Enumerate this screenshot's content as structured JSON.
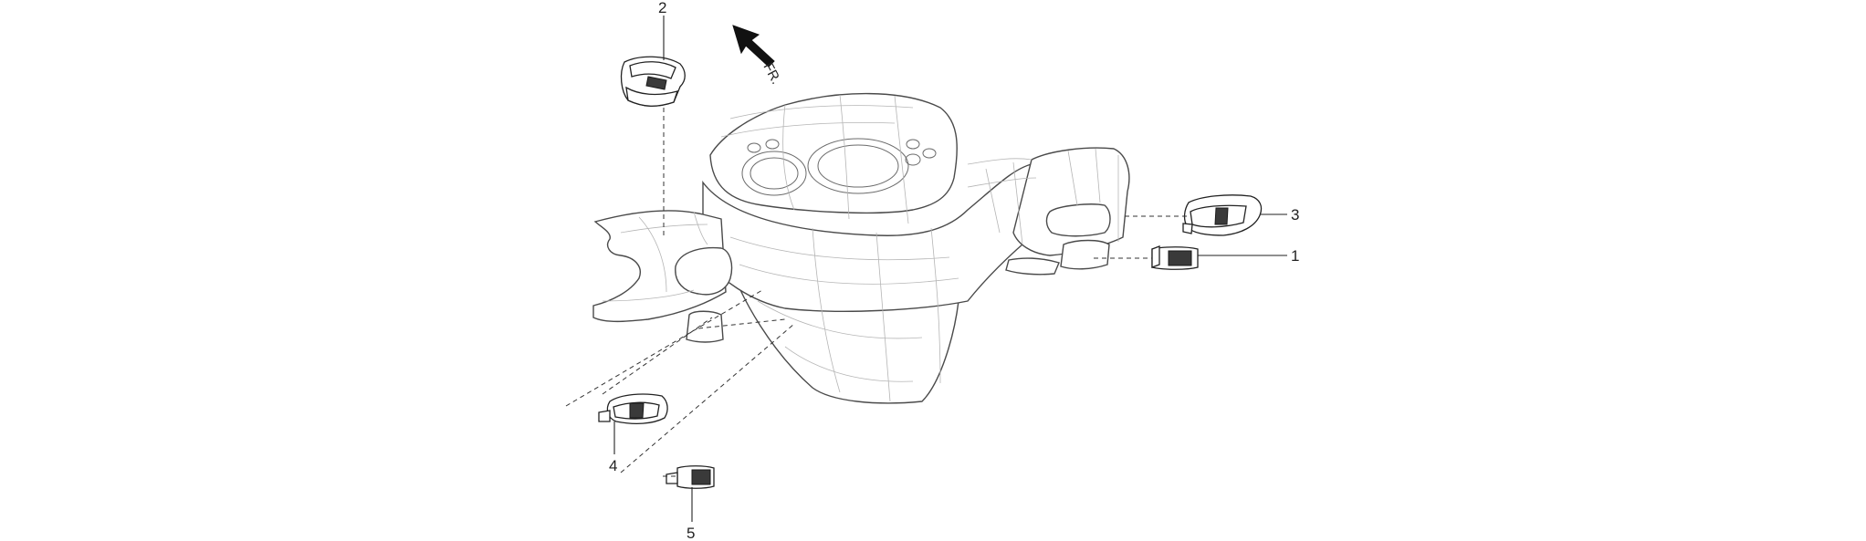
{
  "direction": {
    "label": "FR."
  },
  "callouts": [
    {
      "id": "1",
      "label": "1"
    },
    {
      "id": "2",
      "label": "2"
    },
    {
      "id": "3",
      "label": "3"
    },
    {
      "id": "4",
      "label": "4"
    },
    {
      "id": "5",
      "label": "5"
    }
  ],
  "colors": {
    "line": "#222222",
    "fill": "#ffffff",
    "dark": "#3a3a3a"
  }
}
